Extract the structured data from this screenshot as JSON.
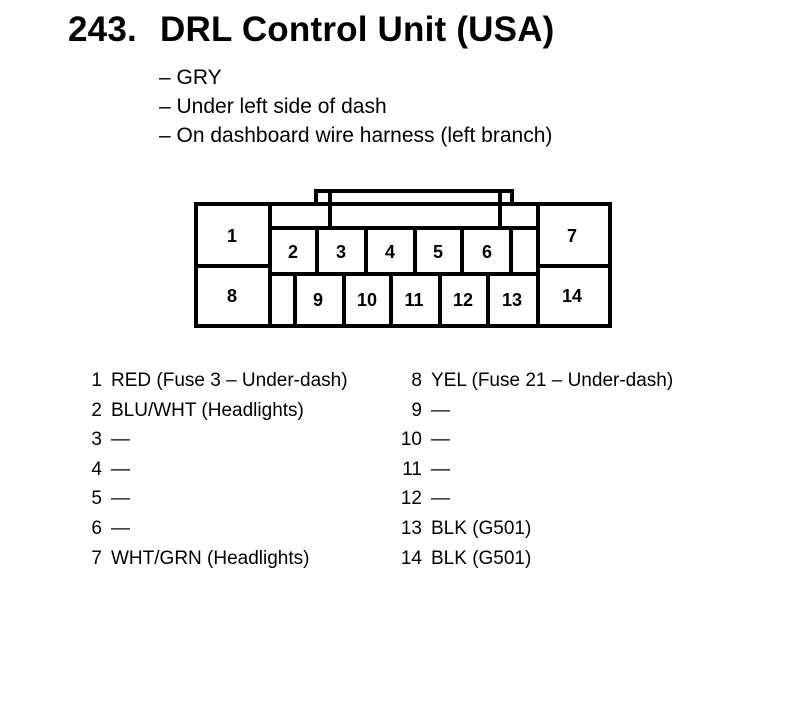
{
  "header": {
    "number": "243.",
    "name": "DRL Control Unit (USA)"
  },
  "info": [
    "– GRY",
    "– Under left side of dash",
    "– On dashboard wire harness (left branch)"
  ],
  "connector": {
    "pin_labels": [
      "1",
      "2",
      "3",
      "4",
      "5",
      "6",
      "7",
      "8",
      "9",
      "10",
      "11",
      "12",
      "13",
      "14"
    ]
  },
  "pins_left": [
    {
      "num": "1",
      "desc": "RED (Fuse 3 – Under-dash)"
    },
    {
      "num": "2",
      "desc": "BLU/WHT (Headlights)"
    },
    {
      "num": "3",
      "desc": "—"
    },
    {
      "num": "4",
      "desc": "—"
    },
    {
      "num": "5",
      "desc": "—"
    },
    {
      "num": "6",
      "desc": "—"
    },
    {
      "num": "7",
      "desc": "WHT/GRN (Headlights)"
    }
  ],
  "pins_right": [
    {
      "num": "8",
      "desc": "YEL (Fuse 21 – Under-dash)"
    },
    {
      "num": "9",
      "desc": "—"
    },
    {
      "num": "10",
      "desc": "—"
    },
    {
      "num": "11",
      "desc": "—"
    },
    {
      "num": "12",
      "desc": "—"
    },
    {
      "num": "13",
      "desc": "BLK (G501)"
    },
    {
      "num": "14",
      "desc": "BLK (G501)"
    }
  ]
}
